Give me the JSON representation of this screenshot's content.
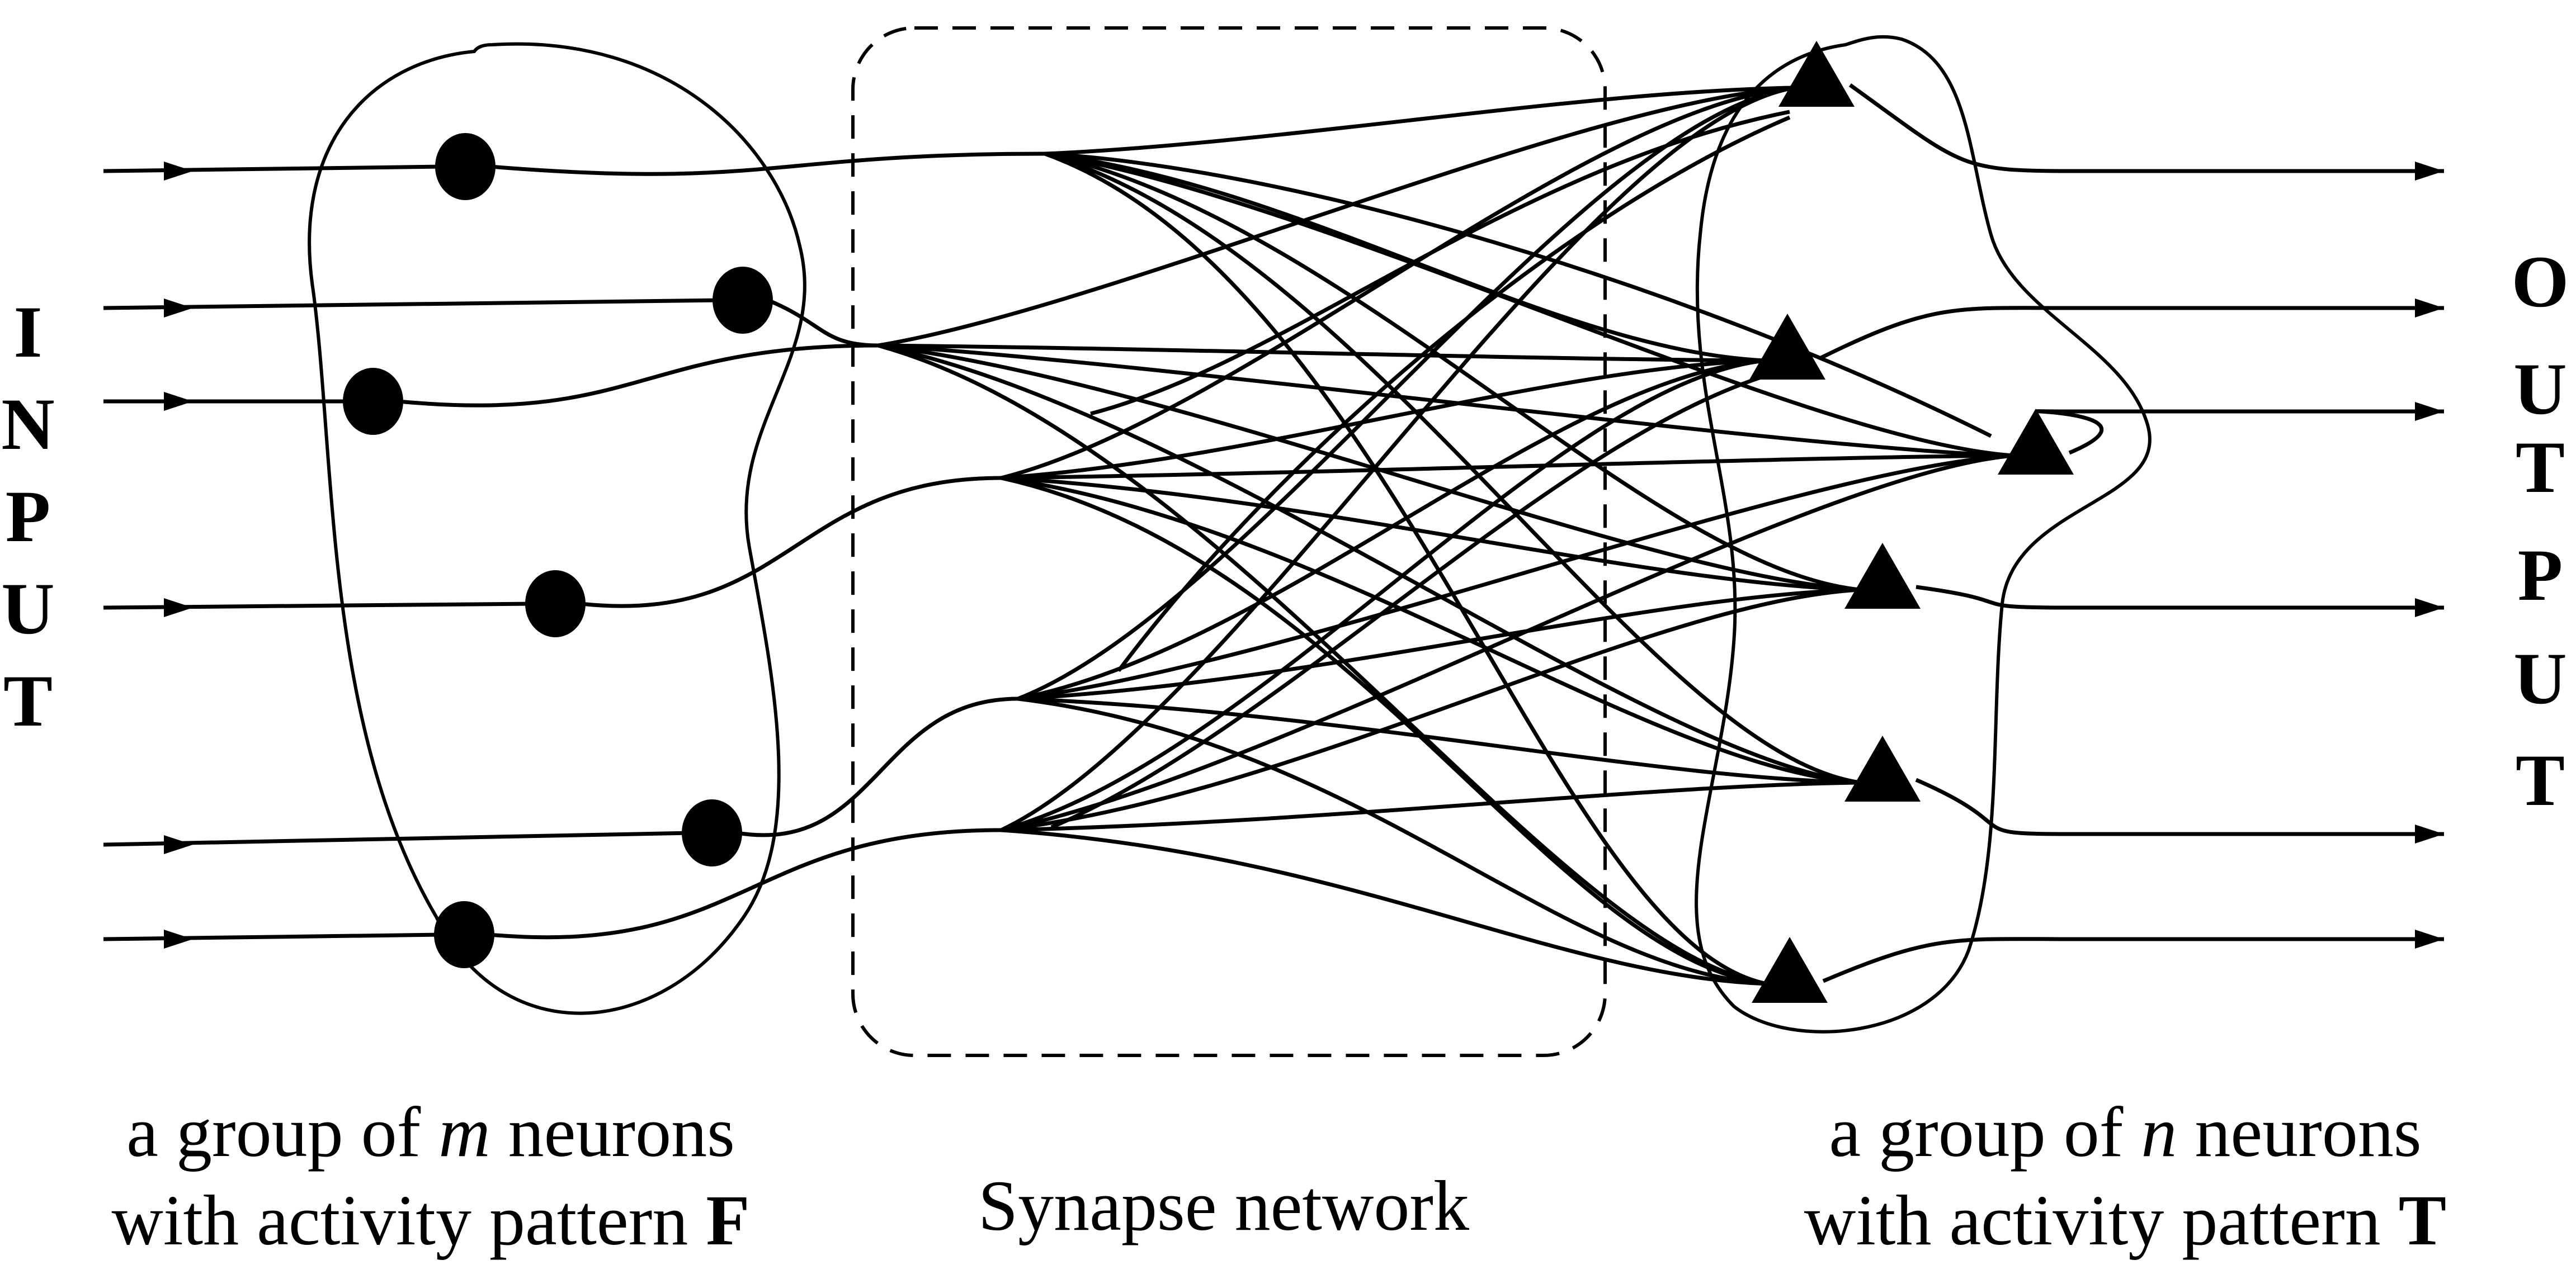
{
  "input_label": [
    "I",
    "N",
    "P",
    "U",
    "T"
  ],
  "output_label": [
    "O",
    "U",
    "T",
    "P",
    "U",
    "T"
  ],
  "caption_left": {
    "line1_pre": "a group of ",
    "line1_var": "m",
    "line1_post": " neurons",
    "line2_pre": "with activity pattern ",
    "line2_bold": "F"
  },
  "caption_middle": "Synapse network",
  "caption_right": {
    "line1_pre": "a group of ",
    "line1_var": "n",
    "line1_post": " neurons",
    "line2_pre": "with activity pattern ",
    "line2_bold": "T"
  },
  "input_neuron_count": 6,
  "output_neuron_count": 6,
  "colors": {
    "ink": "#000000",
    "background": "#ffffff"
  }
}
